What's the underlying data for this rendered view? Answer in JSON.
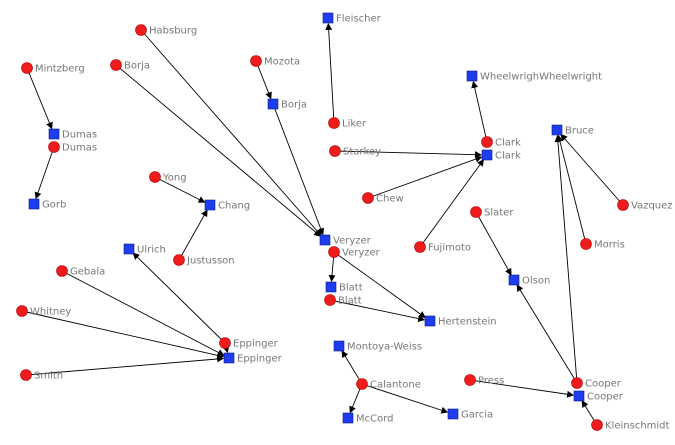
{
  "colors": {
    "person": "#ee1c1c",
    "person_stroke": "#b30000",
    "org": "#1f3df0",
    "org_stroke": "#0a1a80",
    "edge": "#000000",
    "label": "#777777"
  },
  "legend_icons": {
    "person": "red-circle",
    "organization": "blue-square"
  },
  "nodes": [
    {
      "id": "c-mintzberg",
      "kind": "person",
      "label": "Mintzberg"
    },
    {
      "id": "s-dumas",
      "kind": "org",
      "label": "Dumas"
    },
    {
      "id": "c-dumas",
      "kind": "person",
      "label": "Dumas"
    },
    {
      "id": "s-gorb",
      "kind": "org",
      "label": "Gorb"
    },
    {
      "id": "c-habsburg",
      "kind": "person",
      "label": "Habsburg"
    },
    {
      "id": "c-borja",
      "kind": "person",
      "label": "Borja"
    },
    {
      "id": "c-mozota",
      "kind": "person",
      "label": "Mozota"
    },
    {
      "id": "s-borja",
      "kind": "org",
      "label": "Borja"
    },
    {
      "id": "s-fleischer",
      "kind": "org",
      "label": "Fleischer"
    },
    {
      "id": "c-liker",
      "kind": "person",
      "label": "Liker"
    },
    {
      "id": "s-wheelwright",
      "kind": "org",
      "label": "WheelwrighWheelwright"
    },
    {
      "id": "c-clark",
      "kind": "person",
      "label": "Clark"
    },
    {
      "id": "s-clark",
      "kind": "org",
      "label": "Clark"
    },
    {
      "id": "c-starkey",
      "kind": "person",
      "label": "Starkey"
    },
    {
      "id": "c-chew",
      "kind": "person",
      "label": "Chew"
    },
    {
      "id": "c-fujimoto",
      "kind": "person",
      "label": "Fujimoto"
    },
    {
      "id": "s-bruce",
      "kind": "org",
      "label": "Bruce"
    },
    {
      "id": "c-vazquez",
      "kind": "person",
      "label": "Vazquez"
    },
    {
      "id": "c-morris",
      "kind": "person",
      "label": "Morris"
    },
    {
      "id": "c-yong",
      "kind": "person",
      "label": "Yong"
    },
    {
      "id": "s-chang",
      "kind": "org",
      "label": "Chang"
    },
    {
      "id": "c-justusson",
      "kind": "person",
      "label": "Justusson"
    },
    {
      "id": "s-ulrich",
      "kind": "org",
      "label": "Ulrich"
    },
    {
      "id": "s-veryzer",
      "kind": "org",
      "label": "Veryzer"
    },
    {
      "id": "c-veryzer",
      "kind": "person",
      "label": "Veryzer"
    },
    {
      "id": "c-slater",
      "kind": "person",
      "label": "Slater"
    },
    {
      "id": "s-olson",
      "kind": "org",
      "label": "Olson"
    },
    {
      "id": "c-gebala",
      "kind": "person",
      "label": "Gebala"
    },
    {
      "id": "s-blatt",
      "kind": "org",
      "label": "Blatt"
    },
    {
      "id": "c-blatt",
      "kind": "person",
      "label": "Blatt"
    },
    {
      "id": "s-hertenstein",
      "kind": "org",
      "label": "Hertenstein"
    },
    {
      "id": "c-whitney",
      "kind": "person",
      "label": "Whitney"
    },
    {
      "id": "c-eppinger",
      "kind": "person",
      "label": "Eppinger"
    },
    {
      "id": "s-eppinger",
      "kind": "org",
      "label": "Eppinger"
    },
    {
      "id": "s-montoya",
      "kind": "org",
      "label": "Montoya-Weiss"
    },
    {
      "id": "c-smith",
      "kind": "person",
      "label": "Smith"
    },
    {
      "id": "c-calantone",
      "kind": "person",
      "label": "Calantone"
    },
    {
      "id": "c-press",
      "kind": "person",
      "label": "Press"
    },
    {
      "id": "c-cooper",
      "kind": "person",
      "label": "Cooper"
    },
    {
      "id": "s-cooper",
      "kind": "org",
      "label": "Cooper"
    },
    {
      "id": "s-mccord",
      "kind": "org",
      "label": "McCord"
    },
    {
      "id": "s-garcia",
      "kind": "org",
      "label": "Garcia"
    },
    {
      "id": "c-kleinschmidt",
      "kind": "person",
      "label": "Kleinschmidt"
    }
  ],
  "edges": [
    {
      "from": "c-mintzberg",
      "to": "s-dumas"
    },
    {
      "from": "c-dumas",
      "to": "s-gorb"
    },
    {
      "from": "c-habsburg",
      "to": "s-veryzer"
    },
    {
      "from": "c-borja",
      "to": "s-veryzer"
    },
    {
      "from": "c-mozota",
      "to": "s-borja"
    },
    {
      "from": "s-borja",
      "to": "s-veryzer"
    },
    {
      "from": "c-liker",
      "to": "s-fleischer"
    },
    {
      "from": "c-clark",
      "to": "s-wheelwright"
    },
    {
      "from": "c-starkey",
      "to": "s-clark"
    },
    {
      "from": "c-chew",
      "to": "s-clark"
    },
    {
      "from": "c-fujimoto",
      "to": "s-clark"
    },
    {
      "from": "c-yong",
      "to": "s-chang"
    },
    {
      "from": "c-justusson",
      "to": "s-chang"
    },
    {
      "from": "c-veryzer",
      "to": "s-blatt"
    },
    {
      "from": "c-veryzer",
      "to": "s-hertenstein"
    },
    {
      "from": "c-blatt",
      "to": "s-hertenstein"
    },
    {
      "from": "c-eppinger",
      "to": "s-ulrich"
    },
    {
      "from": "c-gebala",
      "to": "s-eppinger"
    },
    {
      "from": "c-whitney",
      "to": "s-eppinger"
    },
    {
      "from": "c-smith",
      "to": "s-eppinger"
    },
    {
      "from": "c-eppinger",
      "to": "s-eppinger"
    },
    {
      "from": "c-slater",
      "to": "s-olson"
    },
    {
      "from": "c-cooper",
      "to": "s-olson"
    },
    {
      "from": "c-cooper",
      "to": "s-bruce"
    },
    {
      "from": "c-morris",
      "to": "s-bruce"
    },
    {
      "from": "c-vazquez",
      "to": "s-bruce"
    },
    {
      "from": "c-press",
      "to": "s-cooper"
    },
    {
      "from": "c-kleinschmidt",
      "to": "s-cooper"
    },
    {
      "from": "c-calantone",
      "to": "s-montoya"
    },
    {
      "from": "c-calantone",
      "to": "s-mccord"
    },
    {
      "from": "c-calantone",
      "to": "s-garcia"
    }
  ]
}
